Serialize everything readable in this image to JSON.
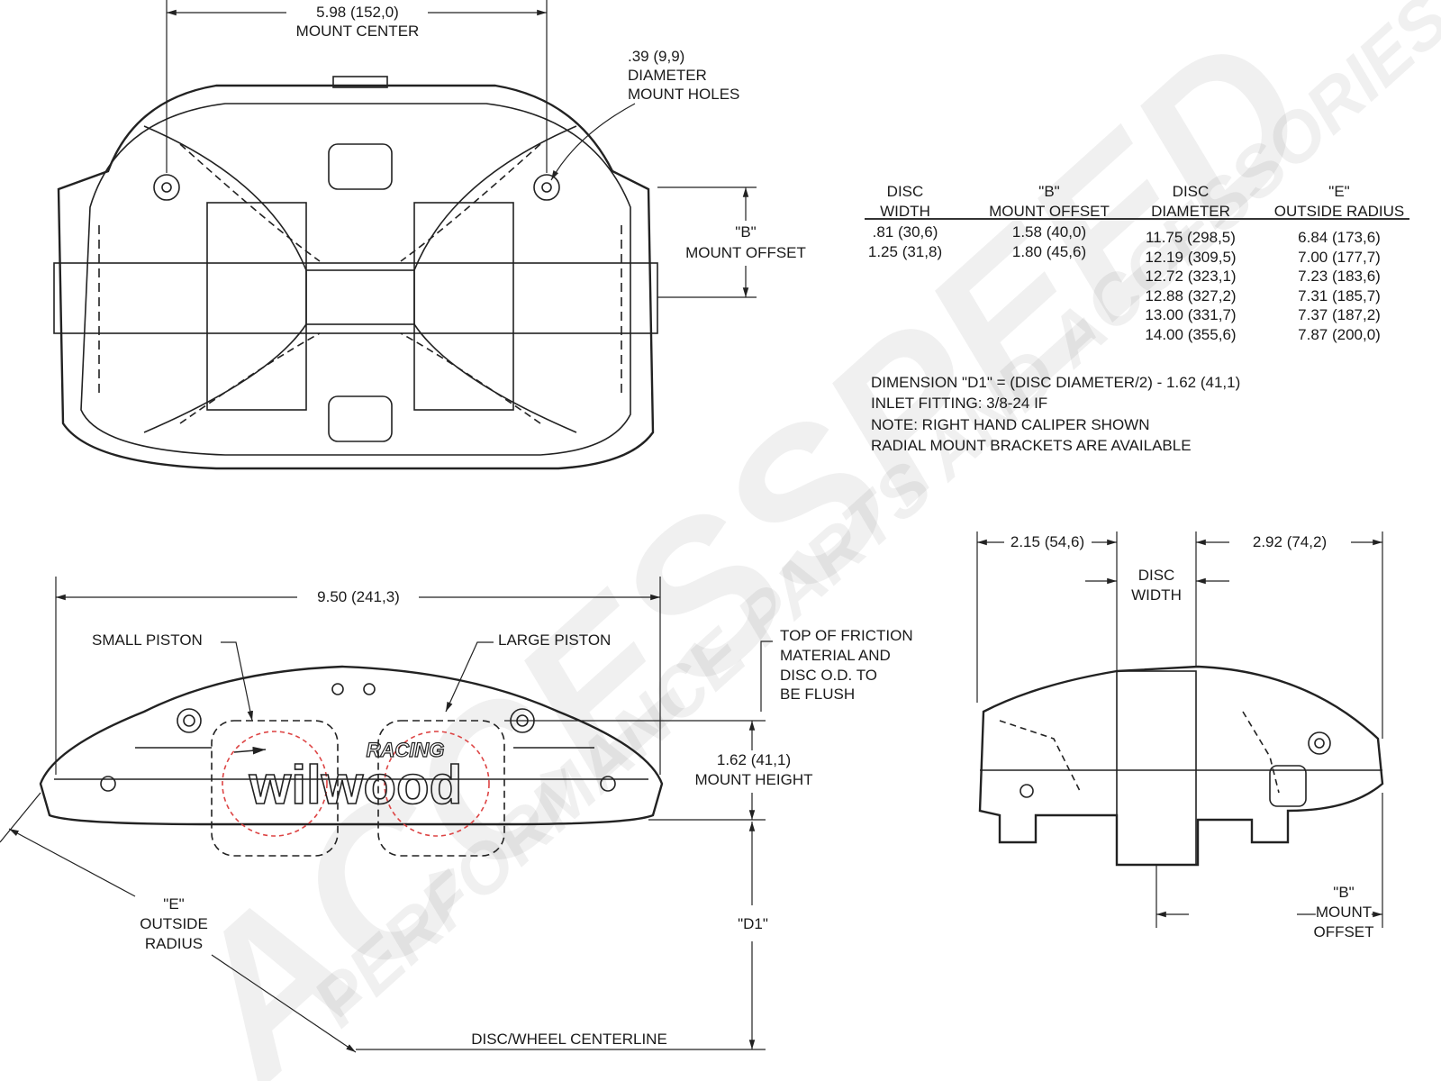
{
  "watermark": {
    "line1": "ACCESSPEED",
    "line2": "PERFORMANCE PARTS AND ACCESSORIES"
  },
  "top_view": {
    "mount_center": {
      "value": "5.98 (152,0)",
      "label": "MOUNT CENTER"
    },
    "mount_holes": {
      "value": ".39 (9,9)",
      "line2": "DIAMETER",
      "line3": "MOUNT HOLES"
    },
    "mount_offset": {
      "line1": "\"B\"",
      "line2": "MOUNT OFFSET"
    }
  },
  "table": {
    "columns": [
      {
        "header1": "DISC",
        "header2": "WIDTH",
        "rows": [
          ".81  (30,6)",
          "1.25  (31,8)"
        ]
      },
      {
        "header1": "\"B\"",
        "header2": "MOUNT OFFSET",
        "rows": [
          "1.58  (40,0)",
          "1.80  (45,6)"
        ]
      },
      {
        "header1": "DISC",
        "header2": "DIAMETER",
        "rows": [
          "11.75  (298,5)",
          "12.19  (309,5)",
          "12.72  (323,1)",
          "12.88  (327,2)",
          "13.00  (331,7)",
          "14.00  (355,6)"
        ]
      },
      {
        "header1": "\"E\"",
        "header2": "OUTSIDE RADIUS",
        "rows": [
          "6.84  (173,6)",
          "7.00  (177,7)",
          "7.23  (183,6)",
          "7.31  (185,7)",
          "7.37  (187,2)",
          "7.87  (200,0)"
        ]
      }
    ]
  },
  "notes": [
    "DIMENSION \"D1\" = (DISC DIAMETER/2) - 1.62 (41,1)",
    "INLET FITTING: 3/8-24 IF",
    "NOTE: RIGHT HAND CALIPER SHOWN",
    "RADIAL MOUNT BRACKETS ARE AVAILABLE"
  ],
  "side_view": {
    "overall_length": "9.50 (241,3)",
    "small_piston": "SMALL PISTON",
    "large_piston": "LARGE PISTON",
    "friction_note": [
      "TOP OF FRICTION",
      "MATERIAL AND",
      "DISC O.D. TO",
      "BE FLUSH"
    ],
    "mount_height": {
      "value": "1.62 (41,1)",
      "label": "MOUNT HEIGHT"
    },
    "outside_radius": [
      "\"E\"",
      "OUTSIDE",
      "RADIUS"
    ],
    "d1": "\"D1\"",
    "centerline": "DISC/WHEEL CENTERLINE",
    "logo": {
      "brand": "wilwood",
      "sub": "RACING"
    }
  },
  "end_view": {
    "left_dim": "2.15 (54,6)",
    "right_dim": "2.92 (74,2)",
    "disc_width": [
      "DISC",
      "WIDTH"
    ],
    "mount_offset": [
      "\"B\"",
      "MOUNT",
      "OFFSET"
    ]
  }
}
